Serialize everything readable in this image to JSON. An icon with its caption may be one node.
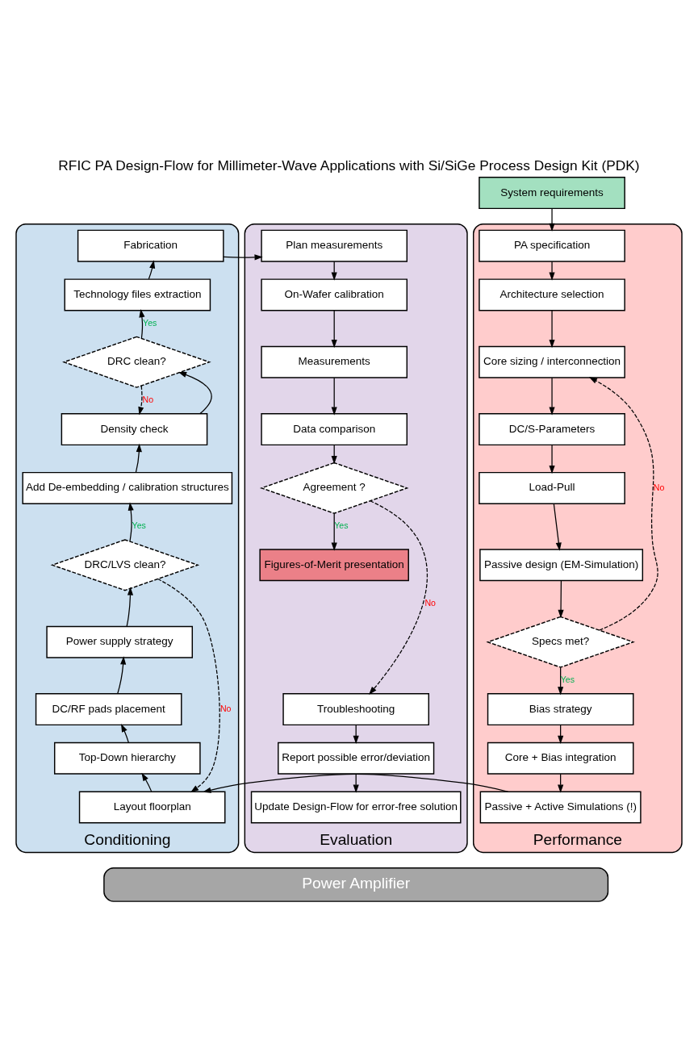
{
  "diagram": {
    "title": "RFIC PA Design-Flow for Millimeter-Wave Applications with Si/SiGe Process Design Kit (PDK)",
    "nodes": [
      {
        "text": [
          "System requirements"
        ]
      },
      {
        "text": [
          "Performance"
        ]
      },
      {
        "text": [
          "PA specification"
        ],
        "in": 1
      },
      {
        "text": [
          "Architecture selection"
        ],
        "in": 1
      },
      {
        "text": [
          "Core sizing / interconnection"
        ],
        "in": 1
      },
      {
        "text": [
          "DC/S-Parameters"
        ],
        "in": 1
      },
      {
        "text": [
          "Load-Pull"
        ],
        "in": 1
      },
      {
        "text": [
          "Passive design (EM-Simulation)"
        ],
        "in": 1
      },
      {
        "text": [
          "Specs met?"
        ],
        "in": 1
      },
      {
        "text": [
          "Bias strategy"
        ],
        "in": 1
      },
      {
        "text": [
          "Core + Bias integration"
        ],
        "in": 1
      },
      {
        "text": [
          "Passive + Active Simulations (!)"
        ],
        "in": 1
      },
      {
        "text": [
          "Conditioning"
        ]
      },
      {
        "text": [
          "Fabrication"
        ],
        "in": 12
      },
      {
        "text": [
          "Technology files extraction"
        ],
        "in": 12
      },
      {
        "text": [
          "DRC clean?"
        ],
        "in": 12
      },
      {
        "text": [
          "Density check"
        ],
        "in": 12
      },
      {
        "text": [
          "Add De-embedding / calibration structures"
        ],
        "in": 12
      },
      {
        "text": [
          "DRC/LVS clean?"
        ],
        "in": 12
      },
      {
        "text": [
          "Power supply strategy"
        ],
        "in": 12
      },
      {
        "text": [
          "DC/RF pads placement"
        ],
        "in": 12
      },
      {
        "text": [
          "Top-Down hierarchy"
        ],
        "in": 12
      },
      {
        "text": [
          "Layout floorplan"
        ],
        "in": 12
      },
      {
        "text": [
          "Evaluation"
        ]
      },
      {
        "text": [
          "Plan measurements"
        ],
        "in": 23
      },
      {
        "text": [
          "On-Wafer calibration"
        ],
        "in": 23
      },
      {
        "text": [
          "Measurements"
        ],
        "in": 23
      },
      {
        "text": [
          "Data comparison"
        ],
        "in": 23
      },
      {
        "text": [
          "Agreement ?"
        ],
        "in": 23
      },
      {
        "text": [
          "Figures-of-Merit presentation"
        ],
        "in": 23
      },
      {
        "text": [
          "Troubleshooting"
        ],
        "in": 23
      },
      {
        "text": [
          "Report possible error/deviation"
        ],
        "in": 23
      },
      {
        "text": [
          "Update Design-Flow for error-free solution"
        ],
        "in": 23
      },
      {
        "text": [
          "Power Amplifier"
        ]
      }
    ],
    "edges": [
      {
        "from": 0,
        "to": 2,
        "arrow": "to"
      },
      {
        "from": 2,
        "to": 3,
        "arrow": "to"
      },
      {
        "from": 3,
        "to": 4,
        "arrow": "to"
      },
      {
        "from": 4,
        "to": 5,
        "arrow": "to"
      },
      {
        "from": 5,
        "to": 6,
        "arrow": "to"
      },
      {
        "from": 6,
        "to": 7,
        "arrow": "to"
      },
      {
        "from": 7,
        "to": 8,
        "arrow": "to"
      },
      {
        "from": 8,
        "to": 9,
        "arrow": "to",
        "label": "Yes"
      },
      {
        "from": 8,
        "to": 4,
        "arrow": "to",
        "label": "No",
        "style": "dashed"
      },
      {
        "from": 9,
        "to": 10,
        "arrow": "to"
      },
      {
        "from": 10,
        "to": 11,
        "arrow": "to"
      },
      {
        "from": 11,
        "to": 22,
        "arrow": "to"
      },
      {
        "from": 22,
        "to": 21,
        "arrow": "to"
      },
      {
        "from": 21,
        "to": 20,
        "arrow": "to"
      },
      {
        "from": 20,
        "to": 19,
        "arrow": "to"
      },
      {
        "from": 19,
        "to": 18,
        "arrow": "to"
      },
      {
        "from": 18,
        "to": 17,
        "arrow": "to",
        "label": "Yes"
      },
      {
        "from": 18,
        "to": 22,
        "arrow": "to",
        "label": "No",
        "style": "dashed"
      },
      {
        "from": 17,
        "to": 16,
        "arrow": "to"
      },
      {
        "from": 16,
        "to": 15,
        "arrow": "to"
      },
      {
        "from": 15,
        "to": 14,
        "arrow": "to",
        "label": "Yes"
      },
      {
        "from": 15,
        "to": 16,
        "arrow": "to",
        "label": "No",
        "style": "dashed"
      },
      {
        "from": 14,
        "to": 13,
        "arrow": "to"
      },
      {
        "from": 13,
        "to": 24,
        "arrow": "to"
      },
      {
        "from": 24,
        "to": 25,
        "arrow": "to"
      },
      {
        "from": 25,
        "to": 26,
        "arrow": "to"
      },
      {
        "from": 26,
        "to": 27,
        "arrow": "to"
      },
      {
        "from": 27,
        "to": 28,
        "arrow": "to"
      },
      {
        "from": 28,
        "to": 29,
        "arrow": "to",
        "label": "Yes"
      },
      {
        "from": 28,
        "to": 30,
        "arrow": "to",
        "label": "No",
        "style": "dashed"
      },
      {
        "from": 30,
        "to": 31,
        "arrow": "to"
      },
      {
        "from": 31,
        "to": 32,
        "arrow": "to"
      }
    ]
  }
}
